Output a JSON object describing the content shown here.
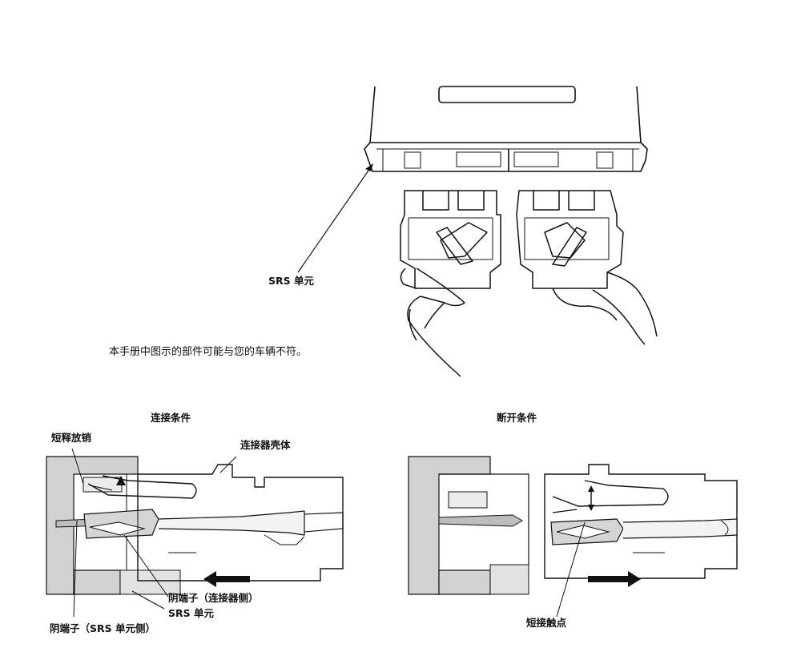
{
  "top": {
    "srs_unit_label": "SRS 单元",
    "note": "本手册中图示的部件可能与您的车辆不符。"
  },
  "connected": {
    "title": "连接条件",
    "short_release_pin": "短释放销",
    "connector_housing": "连接器壳体",
    "female_terminal_connector_side": "阴端子（连接器侧）",
    "srs_unit": "SRS 单元",
    "female_terminal_srs_side": "阴端子（SRS 单元侧）",
    "arrow_direction": "left"
  },
  "disconnected": {
    "title": "断开条件",
    "short_contact": "短接触点",
    "arrow_direction": "right"
  }
}
